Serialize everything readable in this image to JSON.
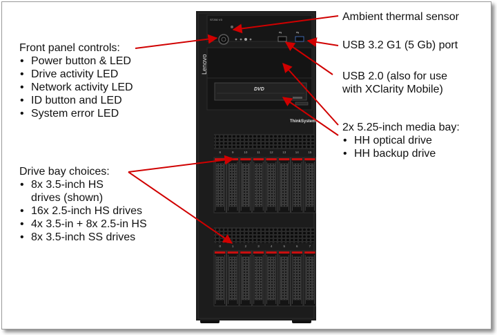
{
  "front_panel": {
    "title": "Front panel controls:",
    "items": [
      "Power button & LED",
      "Drive activity LED",
      "Network activity LED",
      "ID button and LED",
      "System error LED"
    ]
  },
  "drive_bays": {
    "title": "Drive bay choices:",
    "items": [
      {
        "line1": "8x 3.5-inch HS",
        "line2": "drives (shown)"
      },
      {
        "line1": "16x 2.5-inch HS drives"
      },
      {
        "line1": "4x 3.5-in + 8x 2.5-in HS"
      },
      {
        "line1": "8x 3.5-inch SS drives"
      }
    ]
  },
  "ambient": "Ambient thermal sensor",
  "usb32": "USB 3.2 G1 (5 Gb) port",
  "usb20": {
    "line1": "USB 2.0 (also for use",
    "line2": "with XClarity Mobile)"
  },
  "media_bay": {
    "title": "2x 5.25-inch media bay:",
    "items": [
      "HH optical drive",
      "HH backup drive"
    ]
  },
  "server": {
    "brand_vertical": "Lenovo",
    "brand": "ThinkSystem",
    "model": "ST250 V3",
    "dvd": "DVD",
    "upper_bay_numbers": [
      "8",
      "9",
      "10",
      "11",
      "12",
      "13",
      "14",
      "15"
    ],
    "lower_bay_numbers": [
      "0",
      "1",
      "2",
      "3",
      "4",
      "5",
      "6",
      "7"
    ]
  },
  "colors": {
    "arrow": "#d00000",
    "chassis": "#1c1c1c"
  }
}
